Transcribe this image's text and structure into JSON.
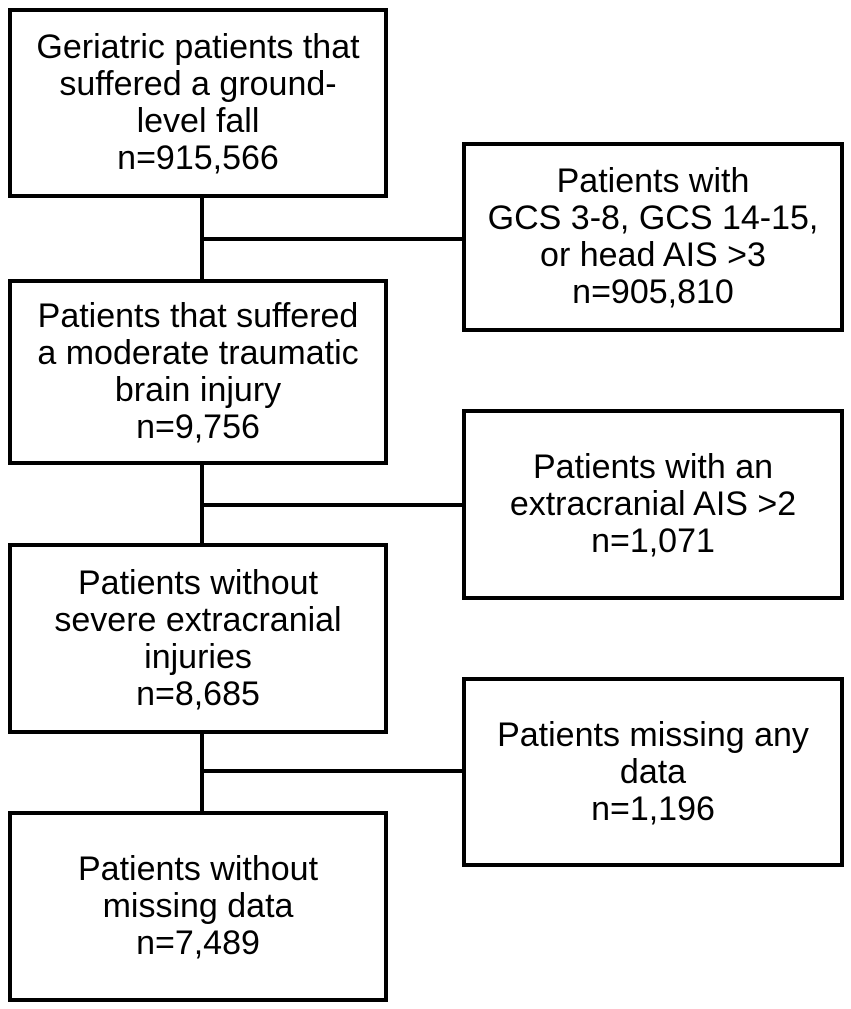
{
  "flow": {
    "main": [
      {
        "lines": [
          "Geriatric patients that",
          "suffered a ground-",
          "level fall"
        ],
        "count": "n=915,566"
      },
      {
        "lines": [
          "Patients that suffered",
          "a moderate traumatic",
          "brain injury"
        ],
        "count": "n=9,756"
      },
      {
        "lines": [
          "Patients without",
          "severe extracranial",
          "injuries"
        ],
        "count": "n=8,685"
      },
      {
        "lines": [
          "Patients without",
          "missing data"
        ],
        "count": "n=7,489"
      }
    ],
    "exclusions": [
      {
        "lines": [
          "Patients with",
          "GCS 3-8, GCS 14-15,",
          "or head AIS >3"
        ],
        "count": "n=905,810"
      },
      {
        "lines": [
          "Patients with an",
          "extracranial AIS >2"
        ],
        "count": "n=1,071"
      },
      {
        "lines": [
          "Patients missing any",
          "data"
        ],
        "count": "n=1,196"
      }
    ]
  }
}
